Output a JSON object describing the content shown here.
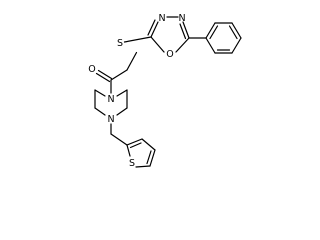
{
  "structure": {
    "atoms": {
      "o_carbonyl": "O",
      "s_thioether": "S",
      "n_ring_1": "N",
      "n_ring_2": "N",
      "o_ring": "O",
      "n_piperazine_top": "N",
      "n_piperazine_bottom": "N",
      "s_thiophene": "S"
    }
  }
}
